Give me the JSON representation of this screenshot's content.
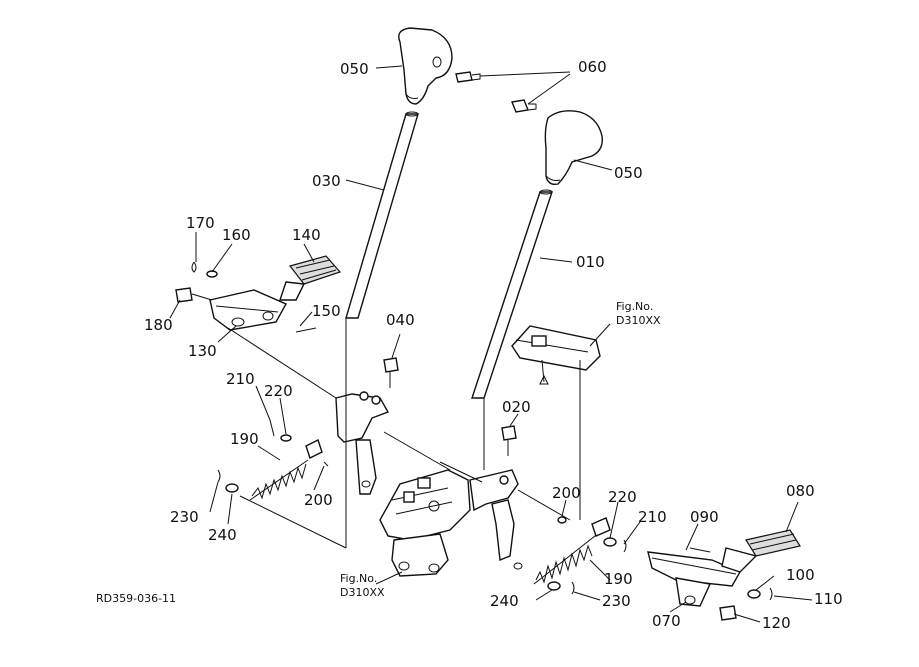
{
  "reference_code": "RD359-036-11",
  "fig_refs": [
    {
      "line1": "Fig.No.",
      "line2": "D310XX"
    },
    {
      "line1": "Fig.No.",
      "line2": "D310XX"
    }
  ],
  "part_labels": {
    "p050_left": "050",
    "p060": "060",
    "p050_right": "050",
    "p030": "030",
    "p010": "010",
    "p170": "170",
    "p160": "160",
    "p140": "140",
    "p150": "150",
    "p180": "180",
    "p130": "130",
    "p040": "040",
    "p020": "020",
    "p210_left": "210",
    "p220_left": "220",
    "p190_left": "190",
    "p200_left": "200",
    "p230_left": "230",
    "p240_left": "240",
    "p200_right": "200",
    "p220_right": "220",
    "p210_right": "210",
    "p090": "090",
    "p080": "080",
    "p190_right": "190",
    "p100": "100",
    "p110": "110",
    "p240_right": "240",
    "p230_right": "230",
    "p070": "070",
    "p120": "120"
  }
}
